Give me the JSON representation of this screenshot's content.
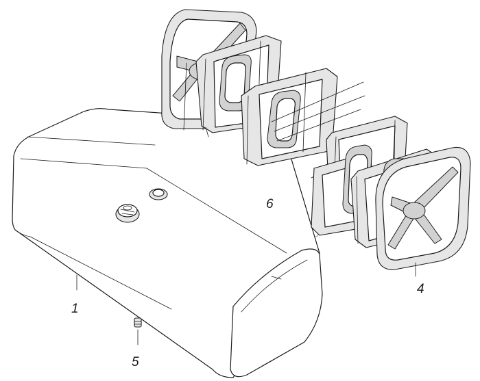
{
  "callouts": [
    {
      "id": "1",
      "text": "1"
    },
    {
      "id": "4",
      "text": "4"
    },
    {
      "id": "5",
      "text": "5"
    },
    {
      "id": "6",
      "text": "6"
    }
  ]
}
